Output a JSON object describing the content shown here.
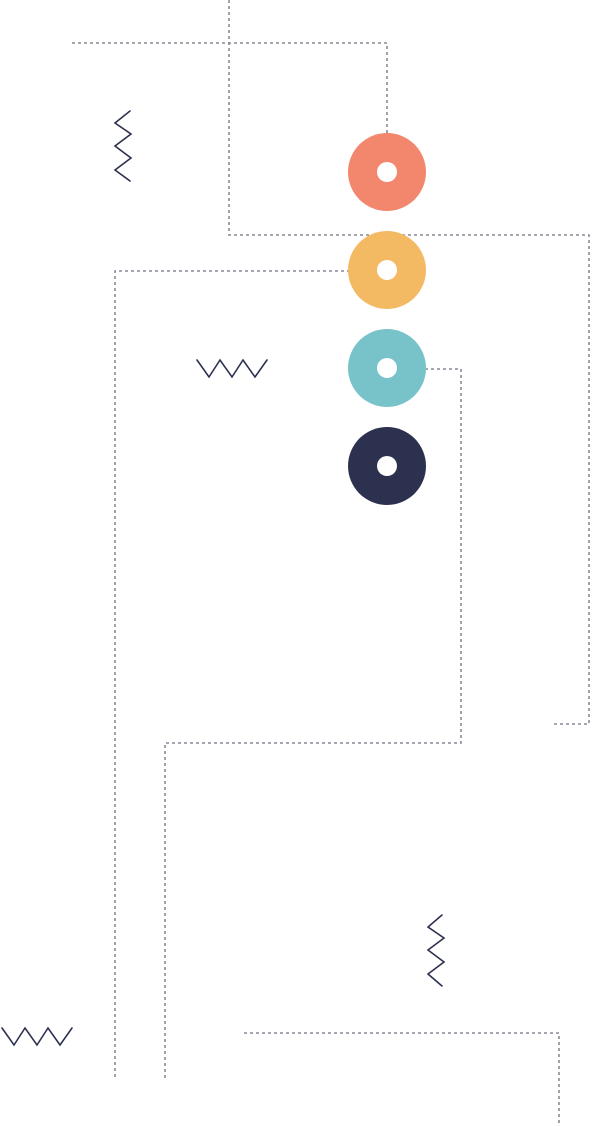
{
  "colors": {
    "background": "#ffffff",
    "dashed_line": "#8a8a98",
    "zigzag": "#2d3150",
    "ring_inner": "#ffffff"
  },
  "rings": [
    {
      "id": "coral",
      "color": "#f2876e",
      "icon": "ring-icon"
    },
    {
      "id": "yellow",
      "color": "#f4b963",
      "icon": "ring-icon"
    },
    {
      "id": "teal",
      "color": "#77c3c9",
      "icon": "ring-icon"
    },
    {
      "id": "navy",
      "color": "#2d3150",
      "icon": "ring-icon"
    }
  ],
  "decorations": {
    "zigzag_icon": "zigzag-icon",
    "connector": "dashed-connector-line"
  }
}
